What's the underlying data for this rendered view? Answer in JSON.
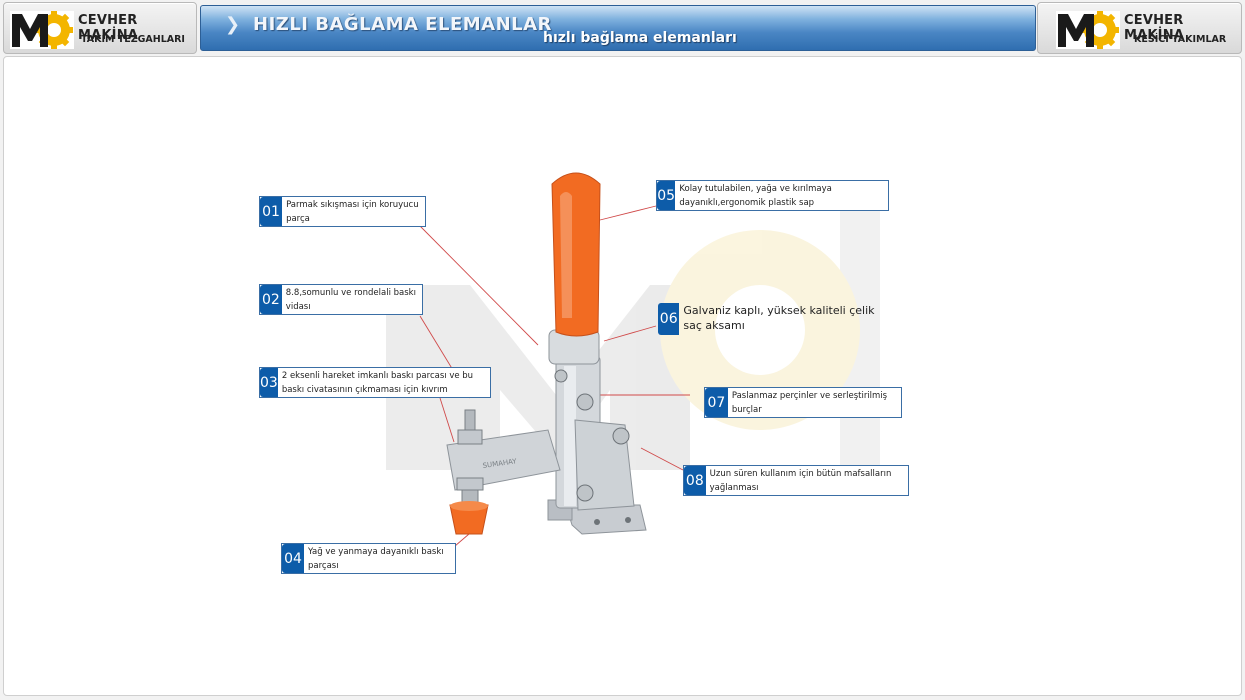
{
  "header": {
    "left_logo": {
      "name": "CEVHER MAKİNA",
      "sub": "TAKIM TEZGAHLARI"
    },
    "right_logo": {
      "name": "CEVHER MAKİNA",
      "sub": "KESİCİ TAKIMLAR"
    },
    "banner_title": "HIZLI BAĞLAMA ELEMANLAR",
    "banner_subtitle": "hızlı bağlama elemanları"
  },
  "colors": {
    "accent": "#0d5ca9",
    "orange": "#f26b22",
    "line": "#d04a4a",
    "gear": "#f5e3a0"
  },
  "callouts": [
    {
      "num": "01",
      "text": "Parmak sıkışması için koruyucu parça"
    },
    {
      "num": "02",
      "text": "8.8,somunlu ve rondelali baskı vidası"
    },
    {
      "num": "03",
      "text": "2 eksenli hareket imkanlı baskı parcası ve bu baskı civatasının çıkmaması için kıvrım"
    },
    {
      "num": "04",
      "text": "Yağ ve yanmaya dayanıklı baskı parçası"
    },
    {
      "num": "05",
      "text": "Kolay tutulabilen, yağa ve kırılmaya dayanıklı,ergonomik plastik sap"
    },
    {
      "num": "06",
      "text": "Galvaniz kaplı, yüksek kaliteli çelik saç aksamı"
    },
    {
      "num": "07",
      "text": "Paslanmaz perçinler ve serleştirilmiş burçlar"
    },
    {
      "num": "08",
      "text": "Uzun süren kullanım için bütün mafsalların yağlanması"
    }
  ]
}
